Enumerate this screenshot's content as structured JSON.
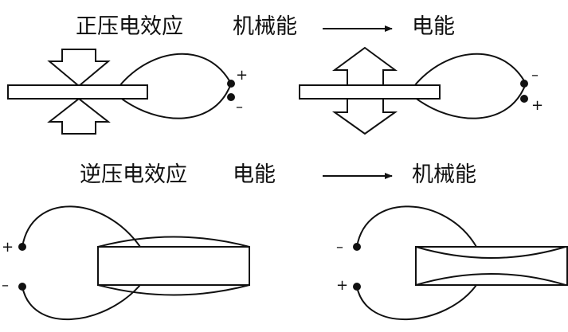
{
  "top_row": {
    "effect": "正压电效应",
    "from": "机械能",
    "to": "电能"
  },
  "bottom_row": {
    "effect": "逆压电效应",
    "from": "电能",
    "to": "机械能"
  },
  "signs": {
    "p1_top": "+",
    "p1_bottom": "–",
    "p2_top": "–",
    "p2_bottom": "+",
    "p3_top": "+",
    "p3_bottom": "–",
    "p4_top": "–",
    "p4_bottom": "+"
  },
  "colors": {
    "ink": "#111111",
    "background": "#ffffff"
  }
}
